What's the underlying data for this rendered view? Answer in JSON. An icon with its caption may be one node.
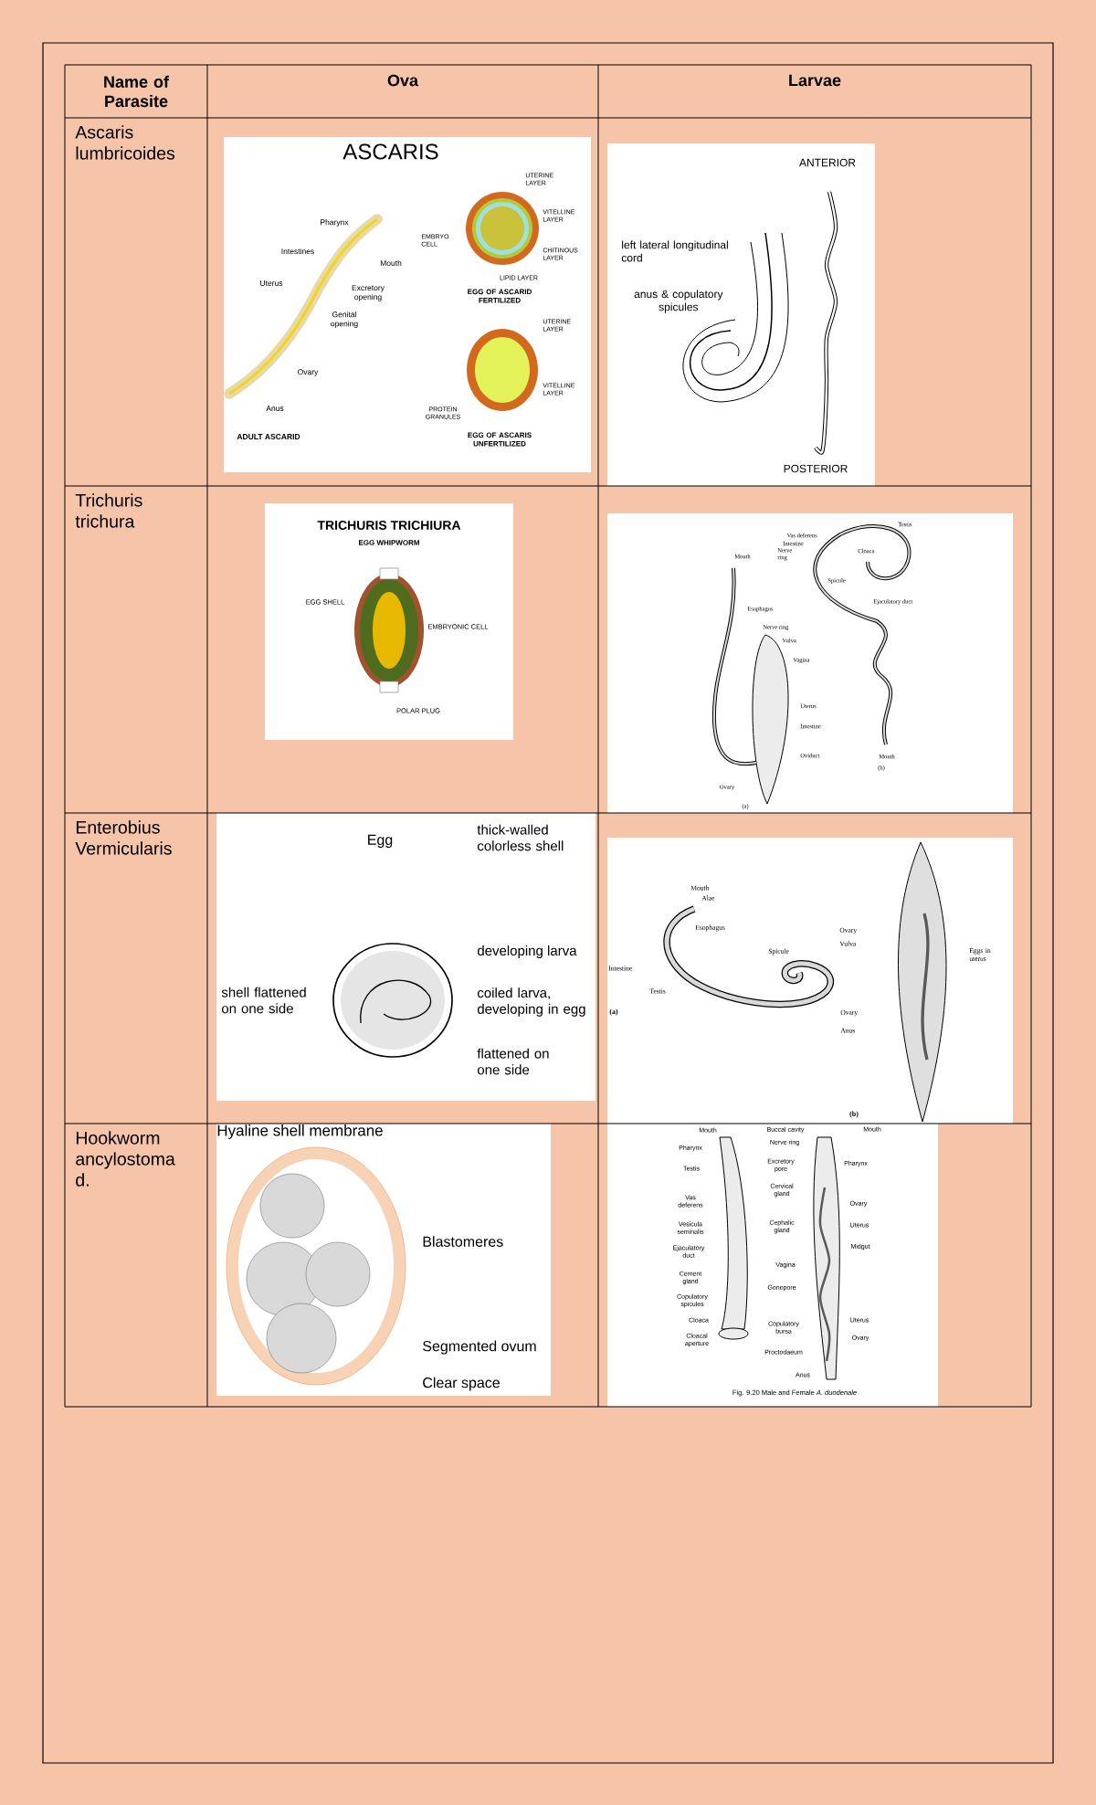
{
  "diagram": {
    "labels": [
      "Name of Parasite",
      "Ova",
      "Larvae",
      "Ascaris lumbricoides",
      "ASCARIS",
      "Pharynx",
      "Mouth",
      "Intestines",
      "Uterus",
      "Excretory opening",
      "Genital opening",
      "Ovary",
      "Anus",
      "ADULT ASCARID",
      "UTERINE LAYER",
      "VITELLINE LAYER",
      "EMBRYO CELL",
      "CHITINOUS LAYER",
      "LIPID LAYER",
      "EGG OF ASCARID FERTILIZED",
      "UTERINE LAYER",
      "PROTEIN GRANULES",
      "VITELLINE LAYER",
      "EGG OF ASCARIS UNFERTILIZED",
      "ANTERIOR",
      "left lateral longitudinal cord",
      "anus & copulatory spicules",
      "POSTERIOR",
      "Trichuris trichura",
      "TRICHURIS TRICHIURA",
      "EGG WHIPWORM",
      "EGG SHELL",
      "EMBRYONIC CELL",
      "POLAR PLUG",
      "Testis",
      "Vas deferens",
      "Intestine",
      "Nerve ring",
      "Mouth",
      "Cloaca",
      "Spicule",
      "Ejaculatory duct",
      "Esophagus",
      "Nerve ring",
      "Vulva",
      "Vagina",
      "Uterus",
      "Intestine",
      "Oviduct",
      "Mouth",
      "(b)",
      "Ovary",
      "(a)",
      "Enterobius Vermicularis",
      "Egg",
      "thick-walled colorless shell",
      "developing larva",
      "shell flattened on one side",
      "coiled larva, developing in egg",
      "flattened on one side",
      "Mouth",
      "Alae",
      "Esophagus",
      "Spicule",
      "Intestine",
      "Testis",
      "(a)",
      "Ovary",
      "Vulva",
      "Eggs in uterus",
      "Ovary",
      "Anus",
      "(b)",
      "Hookworm ancylostoma d.",
      "Hyaline shell membrane",
      "Blastomeres",
      "Segmented ovum",
      "Clear space",
      "Mouth",
      "Buccal cavity",
      "Mouth",
      "Pharynx",
      "Nerve ring",
      "Excretory pore",
      "Pharynx",
      "Testis",
      "Cervical gland",
      "Vas deferens",
      "Ovary",
      "Cephalic gland",
      "Uterus",
      "Vesicula seminalis",
      "Midgut",
      "Ejaculatory duct",
      "Vagina",
      "Cement gland",
      "Gonopore",
      "Copulatory spicules",
      "Cloaca",
      "Uterus",
      "Copulatory bursa",
      "Cloacal aperture",
      "Ovary",
      "Proctodaeum",
      "Anus",
      "Fig. 9.20 Male and Female *A. duodenale*"
    ]
  }
}
